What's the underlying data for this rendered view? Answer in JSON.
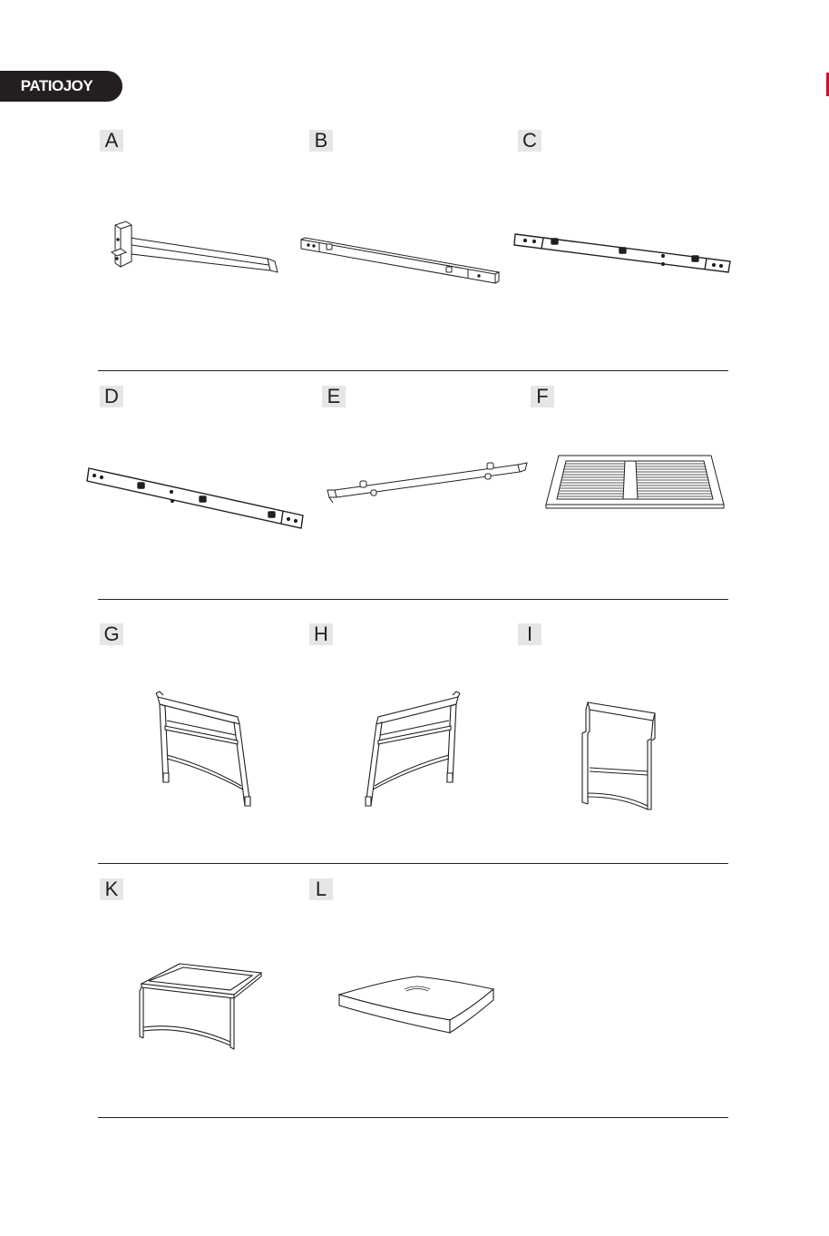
{
  "brand": {
    "logo_text": "PATIOJOY"
  },
  "parts": [
    {
      "label": "A"
    },
    {
      "label": "B"
    },
    {
      "label": "C"
    },
    {
      "label": "D"
    },
    {
      "label": "E"
    },
    {
      "label": "F"
    },
    {
      "label": "G"
    },
    {
      "label": "H"
    },
    {
      "label": "I"
    },
    {
      "label": "K"
    },
    {
      "label": "L"
    }
  ],
  "colors": {
    "ink": "#231f20",
    "label_bg": "#e6e6e6",
    "accent": "#c8102e"
  }
}
